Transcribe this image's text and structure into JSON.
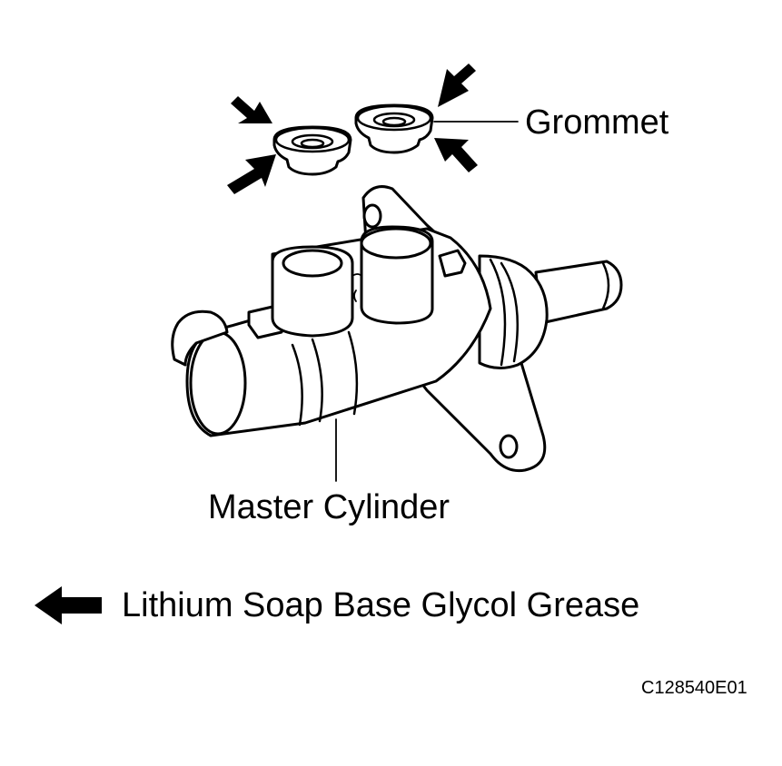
{
  "labels": {
    "grommet": "Grommet",
    "master_cylinder": "Master Cylinder"
  },
  "legend": {
    "icon": "left-arrow-icon",
    "text": "Lithium Soap Base Glycol Grease"
  },
  "figure_code": "C128540E01",
  "colors": {
    "ink": "#000000",
    "background": "#ffffff"
  }
}
